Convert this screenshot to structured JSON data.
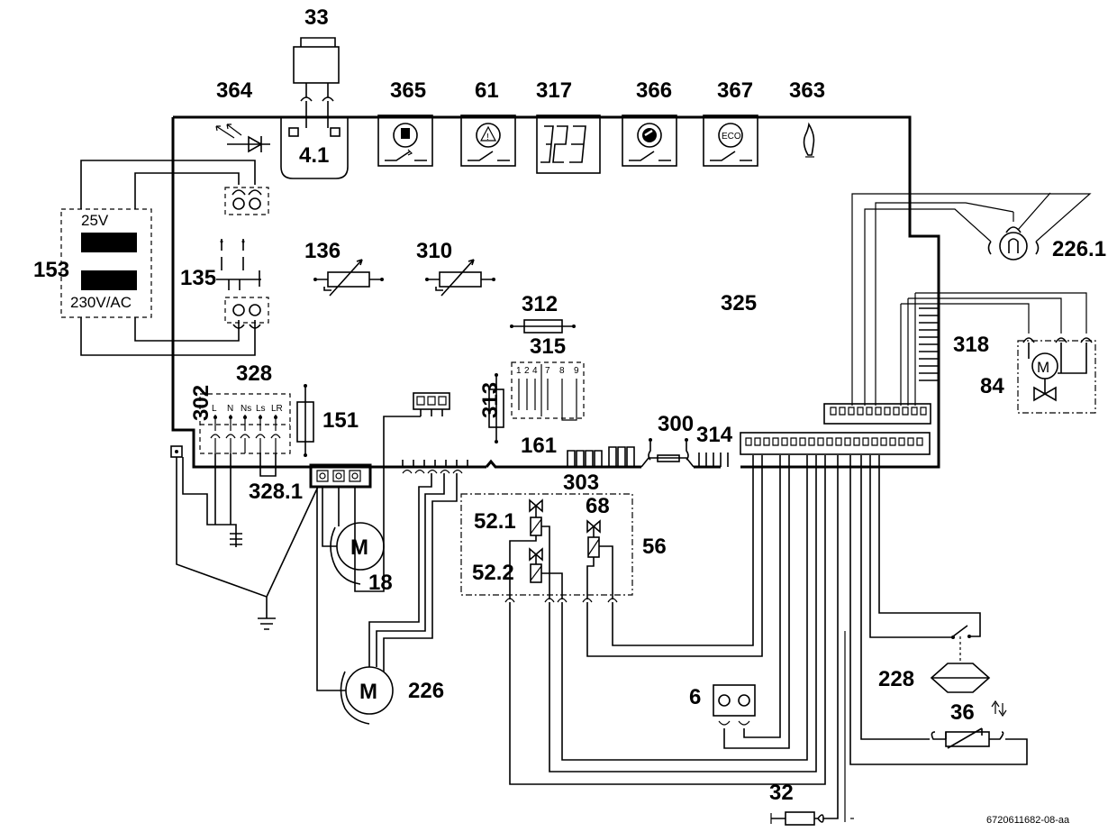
{
  "components": {
    "c33": "33",
    "c364": "364",
    "c365": "365",
    "c61": "61",
    "c317": "317",
    "c366": "366",
    "c367": "367",
    "c363": "363",
    "c41": "4.1",
    "c2261": "226.1",
    "c153": "153",
    "c135": "135",
    "c136": "136",
    "c310": "310",
    "c312": "312",
    "c325": "325",
    "c315": "315",
    "c318": "318",
    "c84": "84",
    "c328": "328",
    "c302": "302",
    "c151": "151",
    "c313": "313",
    "c161": "161",
    "c300": "300",
    "c314": "314",
    "c303": "303",
    "c3281": "328.1",
    "c68": "68",
    "c521": "52.1",
    "c56": "56",
    "c522": "52.2",
    "c18": "18",
    "c226": "226",
    "c228": "228",
    "c6": "6",
    "c36": "36",
    "c32": "32"
  },
  "transformer": {
    "v_low": "25V",
    "v_high": "230V/AC"
  },
  "terminals": {
    "l": "L",
    "n": "N",
    "ns": "Ns",
    "ls": "Ls",
    "lr": "LR"
  },
  "dip_numbers": [
    "1",
    "2",
    "4",
    "7",
    "8",
    "9"
  ],
  "motor_symbol": "M",
  "eco_text": "ECO",
  "reference": "6720611682-08-aa"
}
